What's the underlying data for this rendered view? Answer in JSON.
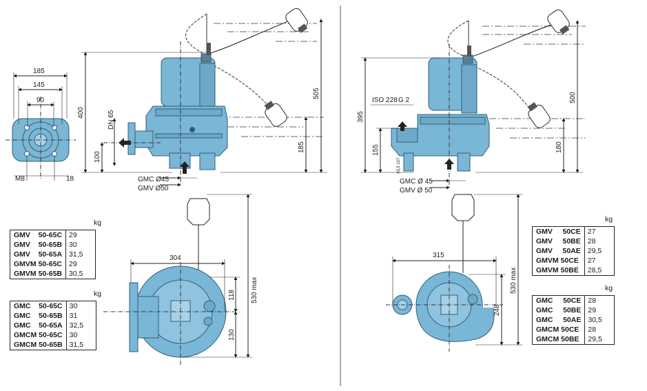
{
  "colors": {
    "pump": "#7ab6d6",
    "pumpDark": "#2f5f78",
    "line": "#1a1a1a"
  },
  "left": {
    "flange": {
      "d185": "185",
      "d145": "145",
      "d90": "90",
      "m8": "M8",
      "d18": "18"
    },
    "side": {
      "h400": "400",
      "dn65": "DN 65",
      "h100": "100",
      "gmc": "GMC Ø45",
      "gmv": "GMV Ø50",
      "h505": "505",
      "h185": "185"
    },
    "top": {
      "w304": "304",
      "h530": "530 max",
      "h118": "118",
      "h130": "130"
    },
    "table1": {
      "unit": "kg",
      "rows": [
        {
          "model": "GMV    50-65C",
          "kg": "29"
        },
        {
          "model": "GMV    50-65B",
          "kg": "30"
        },
        {
          "model": "GMV    50-65A",
          "kg": "31,5"
        },
        {
          "model": "GMVM 50-65C",
          "kg": "29"
        },
        {
          "model": "GMVM 50-65B",
          "kg": "30,5"
        }
      ]
    },
    "table2": {
      "unit": "kg",
      "rows": [
        {
          "model": "GMC    50-65C",
          "kg": "30"
        },
        {
          "model": "GMC    50-65B",
          "kg": "31"
        },
        {
          "model": "GMC    50-65A",
          "kg": "32,5"
        },
        {
          "model": "GMCM 50-65C",
          "kg": "30"
        },
        {
          "model": "GMCM 50-65B",
          "kg": "31,5"
        }
      ]
    }
  },
  "right": {
    "side": {
      "h395": "395",
      "iso": "ISO 228",
      "g2": "G 2",
      "h155": "155",
      "small": "43,5 107",
      "gmc": "GMC Ø 45",
      "gmv": "GMV Ø 50",
      "h500": "500",
      "h180": "180"
    },
    "top": {
      "w315": "315",
      "h530": "530 max",
      "h248": "248"
    },
    "table1": {
      "unit": "kg",
      "rows": [
        {
          "model": "GMV     50CE",
          "kg": "27"
        },
        {
          "model": "GMV     50BE",
          "kg": "28"
        },
        {
          "model": "GMV     50AE",
          "kg": "29,5"
        },
        {
          "model": "GMVM 50CE",
          "kg": "27"
        },
        {
          "model": "GMVM 50BE",
          "kg": "28,5"
        }
      ]
    },
    "table2": {
      "unit": "kg",
      "rows": [
        {
          "model": "GMC     50CE",
          "kg": "28"
        },
        {
          "model": "GMC     50BE",
          "kg": "29"
        },
        {
          "model": "GMC     50AE",
          "kg": "30,5"
        },
        {
          "model": "GMCM 50CE",
          "kg": "28"
        },
        {
          "model": "GMCM 50BE",
          "kg": "29,5"
        }
      ]
    }
  }
}
